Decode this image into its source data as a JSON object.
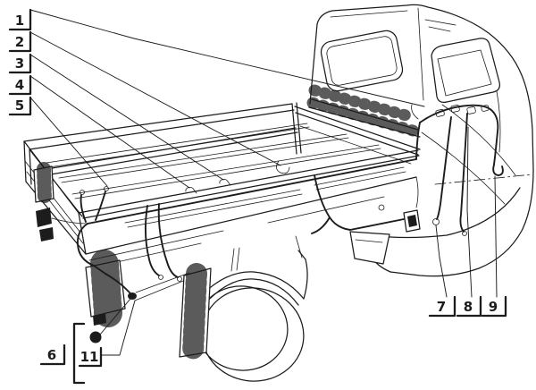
{
  "diagram": {
    "type": "technical-parts-illustration",
    "subject": "three-wheeler pickup truck rear-body wiring harness, viewed from rear-left above",
    "background": "#ffffff",
    "line_color": "#1c1c1c",
    "callouts": {
      "left": [
        {
          "label": "1"
        },
        {
          "label": "2"
        },
        {
          "label": "3"
        },
        {
          "label": "4"
        },
        {
          "label": "5"
        }
      ],
      "bottom_left_group": {
        "group_label": "6",
        "items": [
          {
            "label": "11",
            "marker": "black-dot"
          }
        ]
      },
      "bottom_right": [
        {
          "label": "7"
        },
        {
          "label": "8"
        },
        {
          "label": "9"
        }
      ]
    }
  }
}
